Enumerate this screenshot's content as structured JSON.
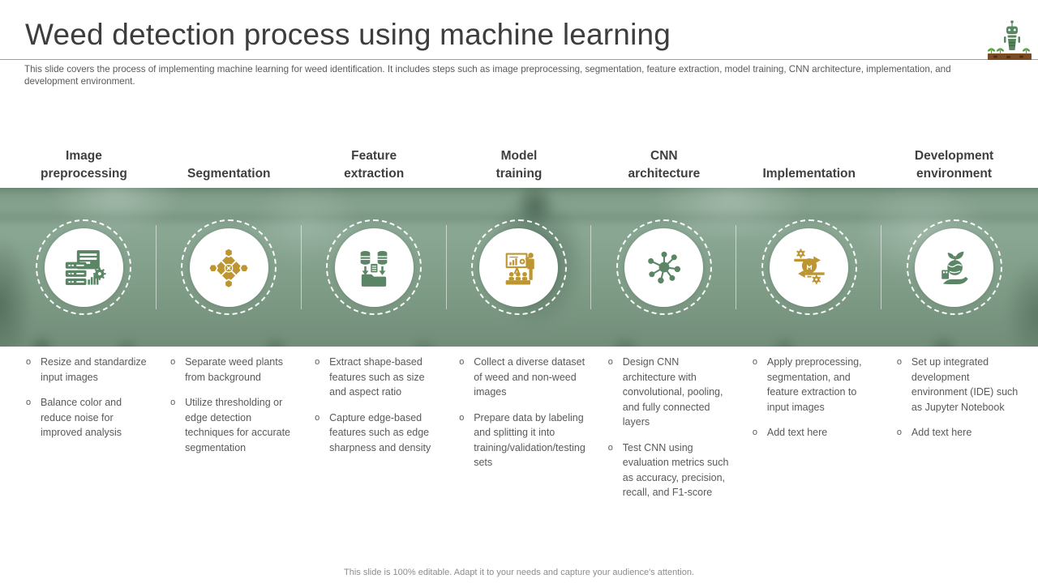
{
  "slide": {
    "title": "Weed detection process using machine learning",
    "subtitle": "This slide covers the process of implementing machine learning for weed identification. It includes steps such as image preprocessing, segmentation, feature extraction, model training, CNN architecture, implementation, and development environment.",
    "footer": "This slide is 100% editable. Adapt it to your needs and capture your audience's attention."
  },
  "decor": {
    "corner_icon": "robot-seedlings-icon",
    "band_background": "blurred-greenhouse-photo"
  },
  "colors": {
    "accent_green": "#5a8665",
    "accent_gold": "#bd9531",
    "band_base": "#7f9c86",
    "heading_text": "#3f3f3f",
    "body_text": "#595959"
  },
  "columns": [
    {
      "id": "image-preprocessing",
      "title": "Image\npreprocessing",
      "icon": "servers-chart-gear-icon",
      "icon_color": "green",
      "bullets": [
        "Resize and standardize input images",
        "Balance color and reduce noise for improved analysis"
      ]
    },
    {
      "id": "segmentation",
      "title": "Segmentation",
      "icon": "segmentation-diamond-icon",
      "icon_color": "gold",
      "bullets": [
        "Separate weed plants from background",
        "Utilize thresholding or edge detection techniques for accurate segmentation"
      ]
    },
    {
      "id": "feature-extraction",
      "title": "Feature\nextraction",
      "icon": "database-to-folder-icon",
      "icon_color": "green",
      "bullets": [
        "Extract shape-based features such as size and aspect ratio",
        "Capture edge-based features such as edge sharpness and density"
      ]
    },
    {
      "id": "model-training",
      "title": "Model\ntraining",
      "icon": "presenter-training-icon",
      "icon_color": "gold",
      "bullets": [
        "Collect a diverse dataset of weed and non-weed images",
        "Prepare data by labeling and splitting it into training/validation/testing sets"
      ]
    },
    {
      "id": "cnn-architecture",
      "title": "CNN\narchitecture",
      "icon": "network-nodes-icon",
      "icon_color": "green",
      "bullets": [
        "Design CNN architecture with convolutional, pooling, and fully connected layers",
        "Test CNN using evaluation metrics such as accuracy, precision, recall, and F1-score"
      ]
    },
    {
      "id": "implementation",
      "title": "Implementation",
      "icon": "bulb-gears-arrows-icon",
      "icon_color": "gold",
      "bullets": [
        "Apply preprocessing, segmentation, and feature extraction to input images",
        "Add text here"
      ]
    },
    {
      "id": "development-environment",
      "title": "Development\nenvironment",
      "icon": "hand-globe-plant-icon",
      "icon_color": "green",
      "bullets": [
        "Set up integrated development environment (IDE) such as Jupyter Notebook",
        "Add text here"
      ]
    }
  ]
}
